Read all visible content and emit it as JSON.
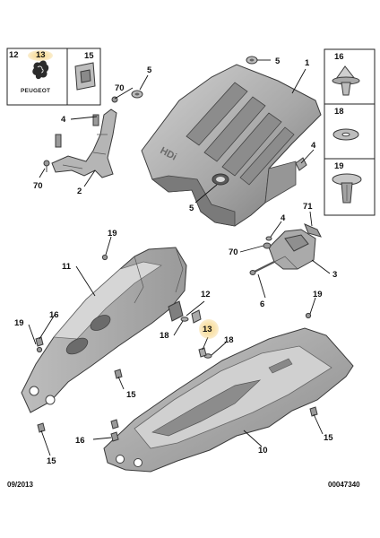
{
  "diagram": {
    "brand": {
      "logo_text": "PEUGEOT"
    },
    "footer": {
      "date": "09/2013",
      "reference": "00047340"
    },
    "callouts": [
      {
        "id": "c12a",
        "text": "12"
      },
      {
        "id": "c13a",
        "text": "13"
      },
      {
        "id": "c15a",
        "text": "15"
      },
      {
        "id": "c5a",
        "text": "5"
      },
      {
        "id": "c5b",
        "text": "5"
      },
      {
        "id": "c1",
        "text": "1"
      },
      {
        "id": "c70a",
        "text": "70"
      },
      {
        "id": "c4a",
        "text": "4"
      },
      {
        "id": "c70b",
        "text": "70"
      },
      {
        "id": "c2",
        "text": "2"
      },
      {
        "id": "c5c",
        "text": "5"
      },
      {
        "id": "c4b",
        "text": "4"
      },
      {
        "id": "c16a",
        "text": "16"
      },
      {
        "id": "c18a",
        "text": "18"
      },
      {
        "id": "c19a",
        "text": "19"
      },
      {
        "id": "c71",
        "text": "71"
      },
      {
        "id": "c4c",
        "text": "4"
      },
      {
        "id": "c70c",
        "text": "70"
      },
      {
        "id": "c3",
        "text": "3"
      },
      {
        "id": "c6",
        "text": "6"
      },
      {
        "id": "c19b",
        "text": "19"
      },
      {
        "id": "c11",
        "text": "11"
      },
      {
        "id": "c12b",
        "text": "12"
      },
      {
        "id": "c16b",
        "text": "16"
      },
      {
        "id": "c19c",
        "text": "19"
      },
      {
        "id": "c18b",
        "text": "18"
      },
      {
        "id": "c13b",
        "text": "13"
      },
      {
        "id": "c18c",
        "text": "18"
      },
      {
        "id": "c19d",
        "text": "19"
      },
      {
        "id": "c15b",
        "text": "15"
      },
      {
        "id": "c16c",
        "text": "16"
      },
      {
        "id": "c15c",
        "text": "15"
      },
      {
        "id": "c15d",
        "text": "15"
      },
      {
        "id": "c10",
        "text": "10"
      }
    ],
    "engraving": "HDi",
    "colors": {
      "line": "#111111",
      "part_light": "#c9c9c9",
      "part_mid": "#a9a9a9",
      "part_dark": "#7e7e7e",
      "highlight": "#f6d67a"
    }
  }
}
